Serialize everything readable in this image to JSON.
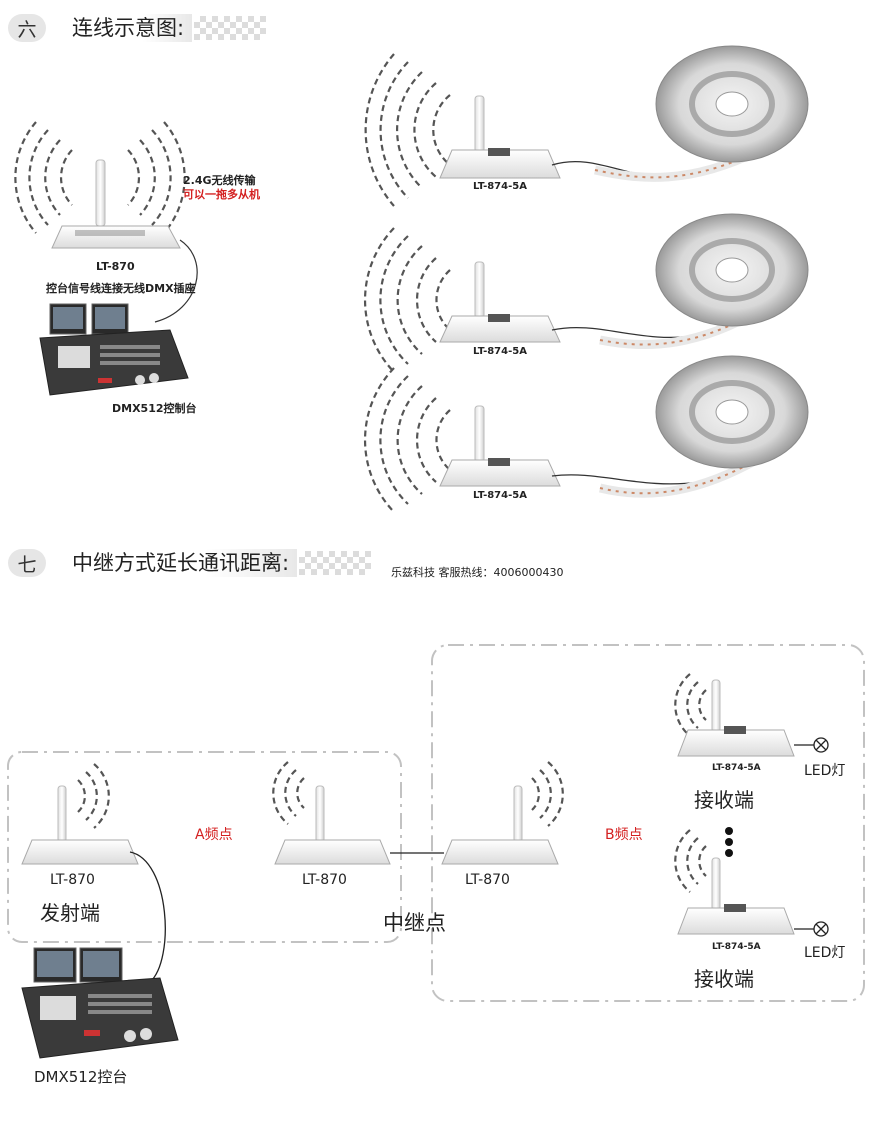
{
  "section6": {
    "num": "六",
    "title": "连线示意图:"
  },
  "section7": {
    "num": "七",
    "title": "中继方式延长通讯距离:",
    "hotline": "乐兹科技 客服热线：4006000430"
  },
  "top": {
    "wireless_title": "2.4G无线传输",
    "wireless_sub": "可以一拖多从机",
    "tx_label": "LT-870",
    "tx_desc": "控台信号线连接无线DMX插座",
    "console_label": "DMX512控制台",
    "rx_labels": [
      "LT-874-5A",
      "LT-874-5A",
      "LT-874-5A"
    ]
  },
  "bottom": {
    "tx_model": "LT-870",
    "tx_role": "发射端",
    "a_freq": "A频点",
    "b_freq": "B频点",
    "relay_a_model": "LT-870",
    "relay_b_model": "LT-870",
    "relay_label": "中继点",
    "console_label": "DMX512控台",
    "rx": [
      {
        "model": "LT-874-5A",
        "role": "接收端",
        "led": "LED灯"
      },
      {
        "model": "LT-874-5A",
        "role": "接收端",
        "led": "LED灯"
      }
    ]
  },
  "colors": {
    "red": "#d42020",
    "box": "#f2f2f2",
    "dash": "#bdbdbd",
    "wave": "#555555"
  }
}
